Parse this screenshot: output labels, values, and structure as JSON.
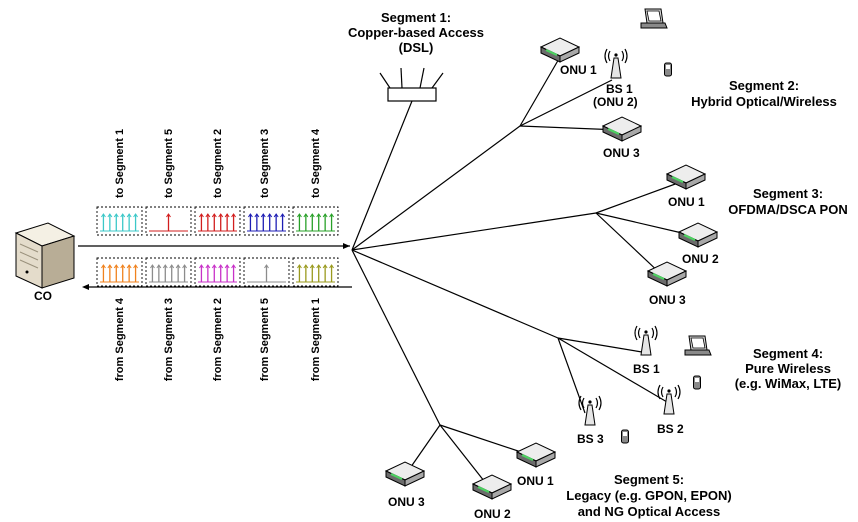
{
  "co_label": "CO",
  "segment1": {
    "line1": "Segment 1:",
    "line2": "Copper-based Access",
    "line3": "(DSL)"
  },
  "segment2": {
    "line1": "Segment 2:",
    "line2": "Hybrid Optical/Wireless",
    "onu1": "ONU 1",
    "bs1_line1": "BS 1",
    "bs1_line2": "(ONU 2)",
    "onu3": "ONU 3"
  },
  "segment3": {
    "line1": "Segment 3:",
    "line2": "OFDMA/DSCA PON",
    "onu1": "ONU 1",
    "onu2": "ONU 2",
    "onu3": "ONU 3"
  },
  "segment4": {
    "line1": "Segment 4:",
    "line2": "Pure Wireless",
    "line3": "(e.g. WiMax, LTE)",
    "bs1": "BS 1",
    "bs2": "BS 2",
    "bs3": "BS 3"
  },
  "segment5": {
    "line1": "Segment 5:",
    "line2": "Legacy (e.g. GPON, EPON)",
    "line3": "and NG Optical Access",
    "onu1": "ONU 1",
    "onu2": "ONU 2",
    "onu3": "ONU 3"
  },
  "downstream_labels": [
    "to Segment 1",
    "to Segment 5",
    "to Segment 2",
    "to Segment 3",
    "to Segment 4"
  ],
  "downstream_colors": [
    "#3cc8c8",
    "#d21e1e",
    "#d21e1e",
    "#1e1eb4",
    "#28a028"
  ],
  "upstream_labels": [
    "from Segment 4",
    "from Segment 3",
    "from Segment 2",
    "from Segment 5",
    "from Segment 1"
  ],
  "upstream_colors": [
    "#f0821e",
    "#8c8c8c",
    "#c832c8",
    "#8c8c8c",
    "#9a9a1e"
  ]
}
